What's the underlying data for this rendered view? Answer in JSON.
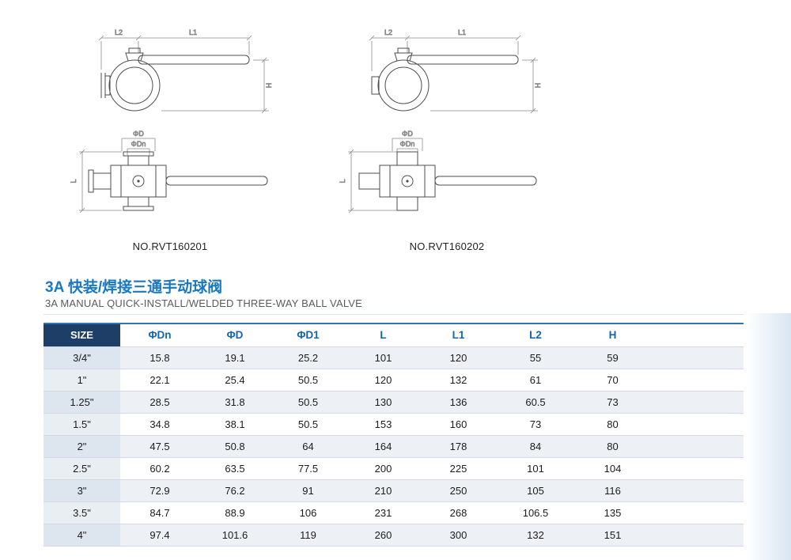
{
  "drawings": {
    "labels": {
      "l1": "L1",
      "l2": "L2",
      "h": "H",
      "phi_d": "ΦD",
      "phi_dn": "ΦDn",
      "l": "L"
    },
    "left": {
      "part_no": "NO.RVT160201"
    },
    "right": {
      "part_no": "NO.RVT160202"
    }
  },
  "title": {
    "zh": "3A 快装/焊接三通手动球阀",
    "en": "3A MANUAL QUICK-INSTALL/WELDED THREE-WAY BALL VALVE"
  },
  "table": {
    "headers": [
      "SIZE",
      "ΦDn",
      "ΦD",
      "ΦD1",
      "L",
      "L1",
      "L2",
      "H"
    ],
    "rows": [
      [
        "3/4\"",
        "15.8",
        "19.1",
        "25.2",
        "101",
        "120",
        "55",
        "59"
      ],
      [
        "1\"",
        "22.1",
        "25.4",
        "50.5",
        "120",
        "132",
        "61",
        "70"
      ],
      [
        "1.25\"",
        "28.5",
        "31.8",
        "50.5",
        "130",
        "136",
        "60.5",
        "73"
      ],
      [
        "1.5\"",
        "34.8",
        "38.1",
        "50.5",
        "153",
        "160",
        "73",
        "80"
      ],
      [
        "2\"",
        "47.5",
        "50.8",
        "64",
        "164",
        "178",
        "84",
        "80"
      ],
      [
        "2.5\"",
        "60.2",
        "63.5",
        "77.5",
        "200",
        "225",
        "101",
        "104"
      ],
      [
        "3\"",
        "72.9",
        "76.2",
        "91",
        "210",
        "250",
        "105",
        "116"
      ],
      [
        "3.5\"",
        "84.7",
        "88.9",
        "106",
        "231",
        "268",
        "106.5",
        "135"
      ],
      [
        "4\"",
        "97.4",
        "101.6",
        "119",
        "260",
        "300",
        "132",
        "151"
      ]
    ]
  },
  "colors": {
    "accent_blue": "#1a78c2",
    "table_top_rule": "#2e74ae",
    "header_navy": "#1d3e66",
    "header_text_blue": "#1565ad",
    "row_alt": "#edf1f5",
    "size_col": "#dde5ee",
    "row_line": "#cfdae6"
  }
}
